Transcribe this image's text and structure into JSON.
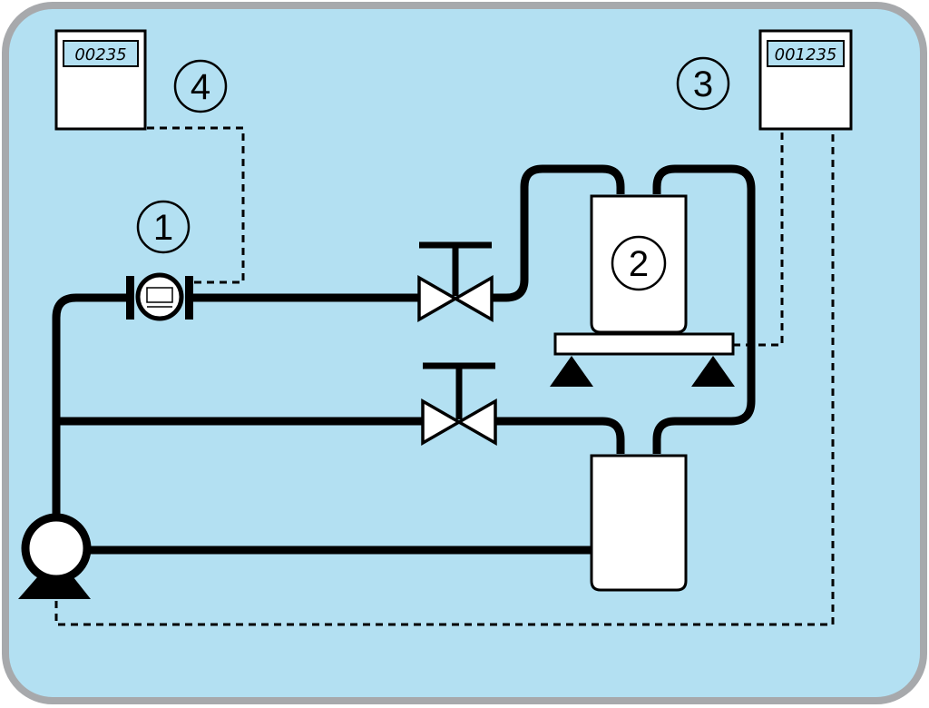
{
  "instruments": {
    "totalizer_left": {
      "reading": "00235",
      "icon": "digital-display-icon"
    },
    "totalizer_right": {
      "reading": "001235",
      "icon": "digital-display-icon"
    }
  },
  "callouts": {
    "flowmeter": "1",
    "weigh_vessel": "2",
    "scale_display": "3",
    "meter_display": "4"
  },
  "colors": {
    "background": "#b3e0f2",
    "frame": "#a7a9ac",
    "line": "#000000",
    "fill": "#ffffff"
  }
}
